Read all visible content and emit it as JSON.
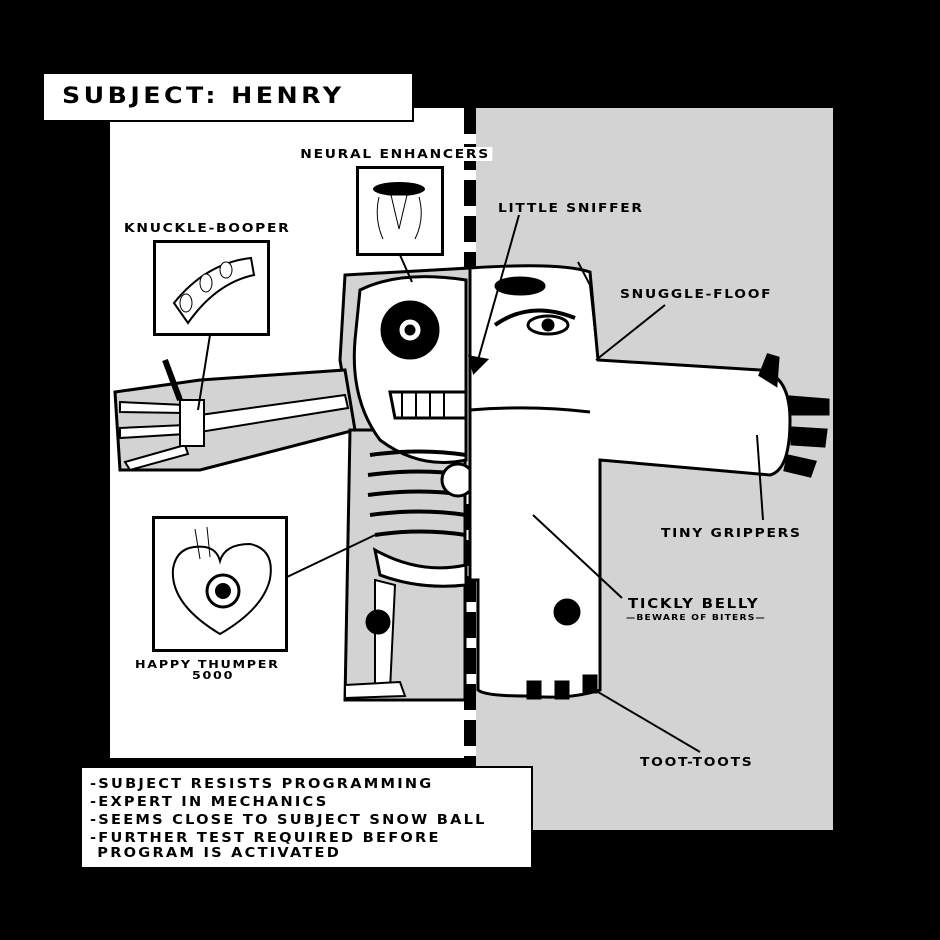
{
  "title": "SUBJECT: HENRY",
  "labels": {
    "neural_enhancers": "NEURAL ENHANCERS",
    "knuckle_booper": "KNUCKLE-BOOPER",
    "little_sniffer": "LITTLE SNIFFER",
    "snuggle_floof": "SNUGGLE-FLOOF",
    "tiny_grippers": "TINY GRIPPERS",
    "tickly_belly": "TICKLY BELLY",
    "tickly_belly_sub": "—BEWARE OF BITERS—",
    "happy_thumper": "HAPPY THUMPER",
    "happy_thumper_model": "5000",
    "toot_toots": "TOOT-TOOTS"
  },
  "notes": [
    "-SUBJECT RESISTS PROGRAMMING",
    "-EXPERT IN MECHANICS",
    "-SEEMS CLOSE TO SUBJECT SNOW BALL",
    "-FURTHER TEST REQUIRED BEFORE",
    " PROGRAM IS ACTIVATED"
  ],
  "colors": {
    "background": "#000000",
    "left_panel": "#ffffff",
    "right_panel": "#d3d3d3",
    "ink": "#000000"
  }
}
